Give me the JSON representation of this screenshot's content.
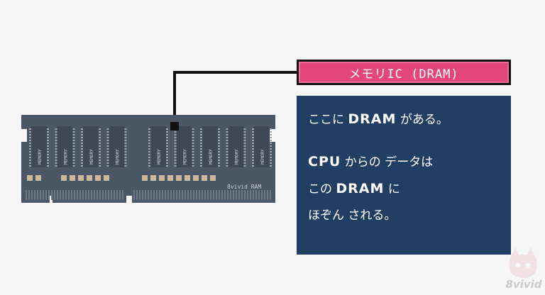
{
  "callout": {
    "label": "メモリIC (DRAM)"
  },
  "ram_module": {
    "chip_label": "MEMORY",
    "brand_label": "8vivid RAM",
    "chip_count": 9
  },
  "info": {
    "line1_pre": "ここに ",
    "line1_strong": "DRAM",
    "line1_post": " がある。",
    "line2_strong": "CPU",
    "line2_post": " からの データは",
    "line3_pre": "この ",
    "line3_strong": "DRAM",
    "line3_post": " に",
    "line4": "ほぞん される。"
  },
  "watermark": {
    "text": "8vivid"
  },
  "colors": {
    "board": "#4b5766",
    "board_dark": "#3c4755",
    "chip": "#414c5a",
    "pins": "#8c96a2",
    "label_bg": "#e2467a",
    "info_bg": "#233e63",
    "connector": "#111111"
  }
}
